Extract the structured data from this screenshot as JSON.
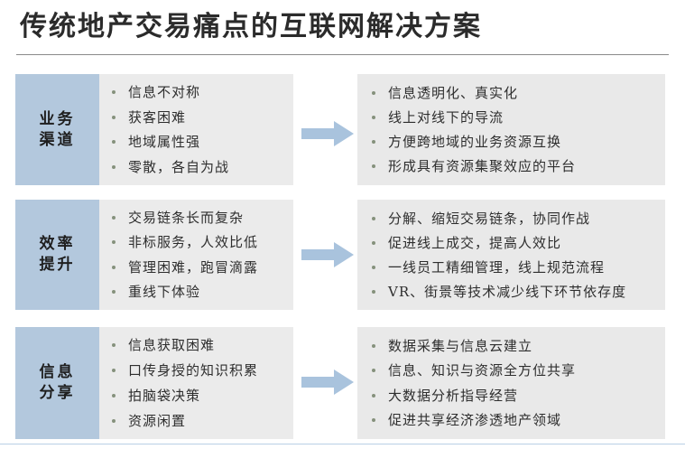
{
  "slide": {
    "title": "传统地产交易痛点的互联网解决方案"
  },
  "colors": {
    "label_box": "#b3c8dd",
    "panel_gray": "#e9e9e9",
    "arrow": "#a9c3dd",
    "bullet_dot": "#85917c",
    "bottom_rule": "#b9d0e6",
    "title_rule": "#8a8a8a"
  },
  "rows": [
    {
      "label": "业务\n渠道",
      "pain_points": [
        "信息不对称",
        "获客困难",
        "地域属性强",
        "零散，各自为战"
      ],
      "solutions": [
        "信息透明化、真实化",
        "线上对线下的导流",
        "方便跨地域的业务资源互换",
        "形成具有资源集聚效应的平台"
      ],
      "arrow_icon": "arrow-right-icon"
    },
    {
      "label": "效率\n提升",
      "pain_points": [
        "交易链条长而复杂",
        "非标服务，人效比低",
        "管理困难，跑冒滴露",
        "重线下体验"
      ],
      "solutions": [
        "分解、缩短交易链条，协同作战",
        "促进线上成交，提高人效比",
        "一线员工精细管理，线上规范流程",
        "VR、街景等技术减少线下环节依存度"
      ],
      "arrow_icon": "arrow-right-icon"
    },
    {
      "label": "信息\n分享",
      "pain_points": [
        "信息获取困难",
        "口传身授的知识积累",
        "拍脑袋决策",
        "资源闲置"
      ],
      "solutions": [
        "数据采集与信息云建立",
        "信息、知识与资源全方位共享",
        "大数据分析指导经营",
        "促进共享经济渗透地产领域"
      ],
      "arrow_icon": "arrow-right-icon"
    }
  ]
}
